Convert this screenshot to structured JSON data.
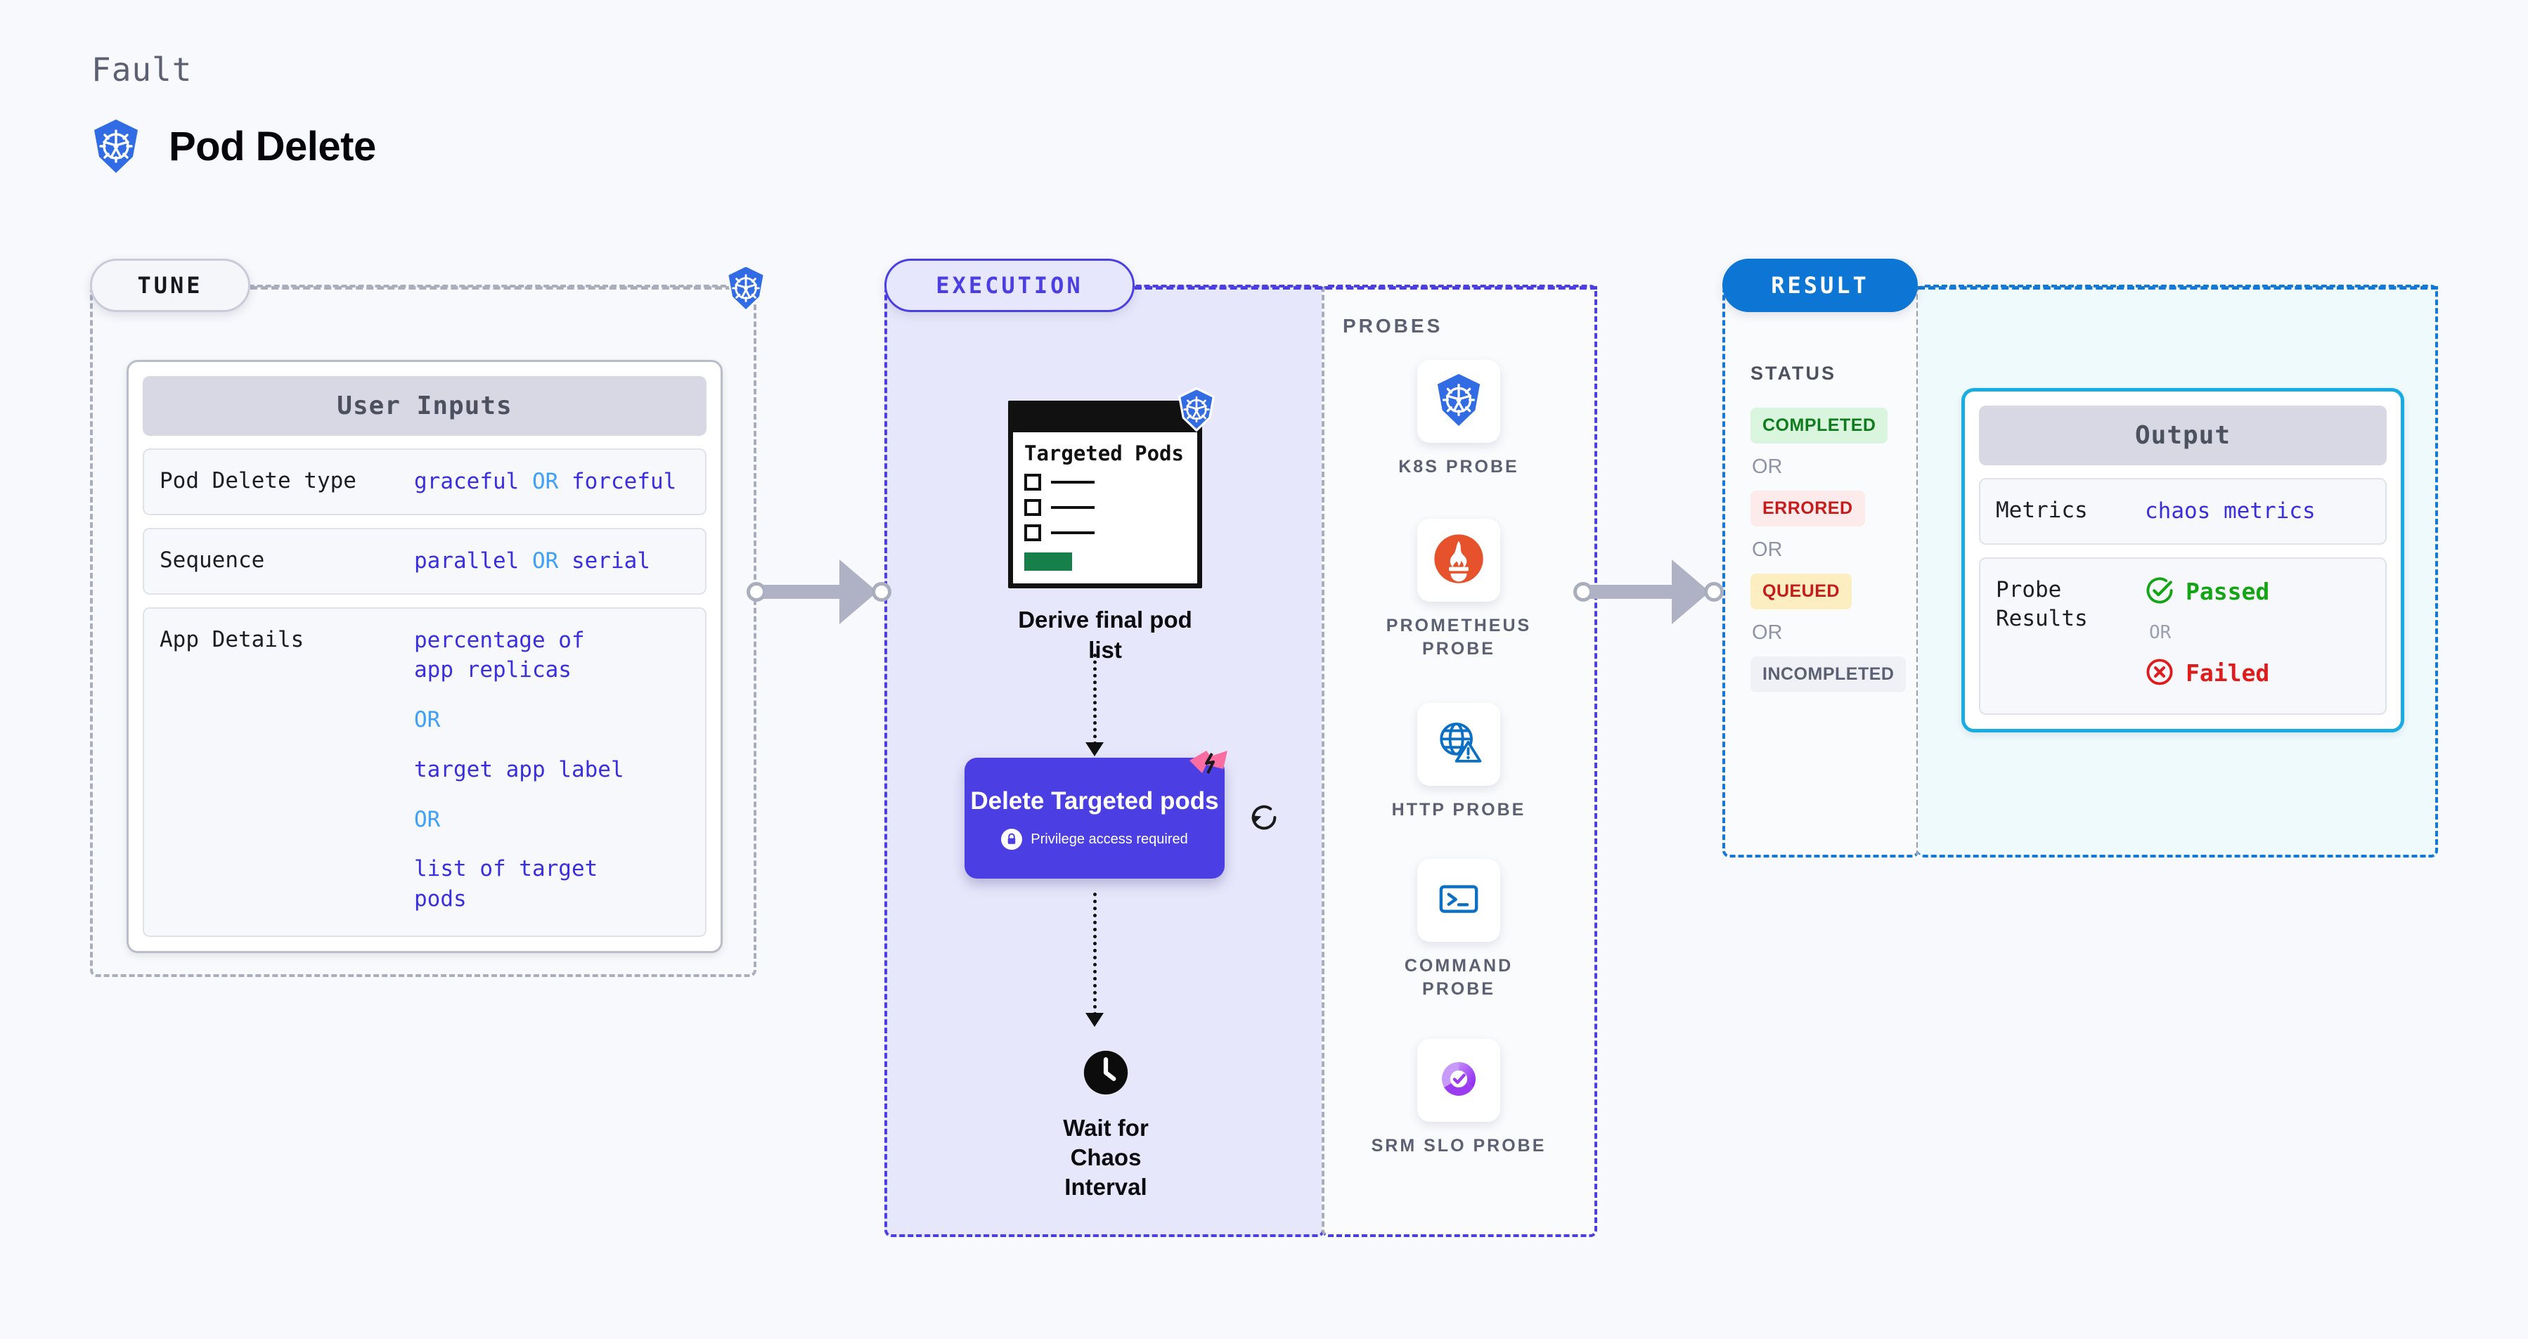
{
  "header": {
    "eyebrow": "Fault",
    "title": "Pod Delete",
    "icon": "kubernetes-icon"
  },
  "sections": {
    "tune": {
      "label": "TUNE"
    },
    "execution": {
      "label": "EXECUTION"
    },
    "result": {
      "label": "RESULT"
    },
    "probes": {
      "label": "PROBES"
    }
  },
  "tune": {
    "card_title": "User Inputs",
    "rows": [
      {
        "key": "Pod Delete type",
        "values": [
          "graceful",
          "forceful"
        ],
        "separator": "OR",
        "inline": true
      },
      {
        "key": "Sequence",
        "values": [
          "parallel",
          "serial"
        ],
        "separator": "OR",
        "inline": true
      },
      {
        "key": "App Details",
        "values": [
          "percentage of app replicas",
          "target app label",
          "list of target pods"
        ],
        "separator": "OR",
        "inline": false
      }
    ]
  },
  "execution": {
    "nodes": [
      {
        "name": "derive-final-pod-list",
        "caption": "Derive final pod list",
        "card_heading": "Targeted Pods",
        "checkbox_count": 3,
        "badge_icon": "kubernetes-icon"
      },
      {
        "name": "delete-targeted-pods",
        "title": "Delete Targeted pods",
        "privilege_note": "Privilege access required",
        "privilege_icon": "lock-icon",
        "corner_icon": "chaos-ribbon-icon",
        "side_icon": "retry-loop-icon",
        "color": "#4b3fe4"
      },
      {
        "name": "wait-for-chaos-interval",
        "caption": "Wait for Chaos Interval",
        "icon": "clock-icon"
      }
    ]
  },
  "probes": [
    {
      "label": "K8S PROBE",
      "icon": "kubernetes-icon",
      "color": "#326ce5"
    },
    {
      "label": "PROMETHEUS PROBE",
      "icon": "prometheus-flame-icon",
      "color": "#e6522c"
    },
    {
      "label": "HTTP PROBE",
      "icon": "globe-warning-icon",
      "color": "#0b6fc4"
    },
    {
      "label": "COMMAND PROBE",
      "icon": "terminal-icon",
      "color": "#0b6fc4"
    },
    {
      "label": "SRM SLO PROBE",
      "icon": "slo-donut-check-icon",
      "color": "#9b3cf0"
    }
  ],
  "result": {
    "status_title": "STATUS",
    "or_label": "OR",
    "statuses": [
      {
        "label": "COMPLETED",
        "bg": "#d9f5dd",
        "fg": "#0e7c1c"
      },
      {
        "label": "ERRORED",
        "bg": "#fdeaea",
        "fg": "#c61b1b"
      },
      {
        "label": "QUEUED",
        "bg": "#fdeec2",
        "fg": "#c61b1b"
      },
      {
        "label": "INCOMPLETED",
        "bg": "#eff1f6",
        "fg": "#5b6172"
      }
    ],
    "output": {
      "card_title": "Output",
      "metrics_key": "Metrics",
      "metrics_value": "chaos metrics",
      "probe_key": "Probe\nResults",
      "passed": "Passed",
      "failed": "Failed",
      "or_label": "OR",
      "passed_icon": "check-circle-icon",
      "failed_icon": "x-circle-icon"
    }
  },
  "colors": {
    "accent_purple": "#4b3fe4",
    "accent_blue": "#0d76d4",
    "accent_cyan": "#17ace4",
    "value_blue": "#3a2fe0",
    "or_light_blue": "#3fa0f7",
    "muted": "#5b6172",
    "k8s_blue": "#326ce5",
    "page_bg": "#f8f9fc"
  }
}
